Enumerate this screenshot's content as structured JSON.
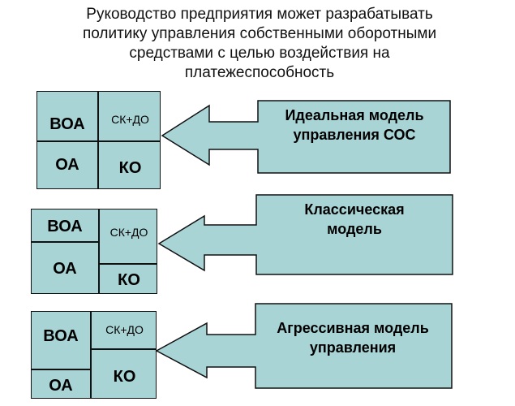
{
  "title": "Руководство предприятия может разрабатывать\nполитику управления  собственными оборотными\nсредствами с целью воздействия на\nплатежеспособность",
  "models": [
    {
      "label": "Идеальная модель\nуправления СОС",
      "assets": [
        "ВОА",
        "ОА"
      ],
      "liabilities": [
        "СК+ДО",
        "КО"
      ]
    },
    {
      "label": "Классическая\nмодель",
      "assets": [
        "ВОА",
        "ОА"
      ],
      "liabilities": [
        "СК+ДО",
        "КО"
      ]
    },
    {
      "label": "Агрессивная модель\nуправления",
      "assets": [
        "ВОА",
        "ОА"
      ],
      "liabilities": [
        "СК+ДО",
        "КО"
      ]
    }
  ],
  "colors": {
    "fill": "#a9d4d6",
    "stroke": "#111111"
  }
}
